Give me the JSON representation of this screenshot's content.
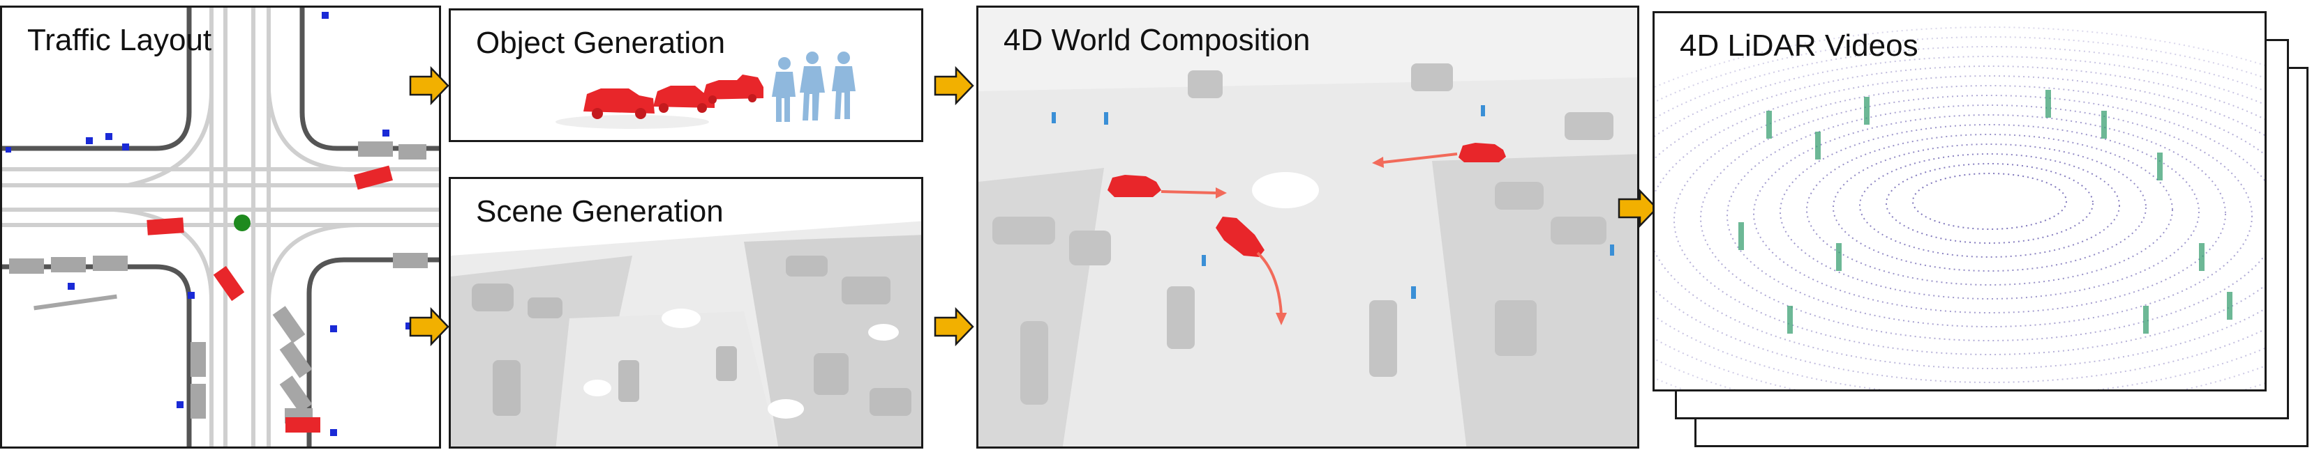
{
  "panels": {
    "traffic_layout": {
      "title": "Traffic Layout"
    },
    "object_generation": {
      "title": "Object Generation"
    },
    "scene_generation": {
      "title": "Scene Generation"
    },
    "world_composition": {
      "title": "4D World Composition"
    },
    "lidar_videos": {
      "title": "4D LiDAR Videos"
    }
  },
  "colors": {
    "arrow_fill": "#f2b000",
    "arrow_stroke": "#1a1a1a",
    "vehicle_red": "#e8262a",
    "pedestrian_blue": "#1a2ad6",
    "ego_green": "#1e8a1e",
    "scene_grey": "#d9d9d9",
    "lidar_purple": "#6a5fb0",
    "lidar_green": "#2f9a6a"
  }
}
